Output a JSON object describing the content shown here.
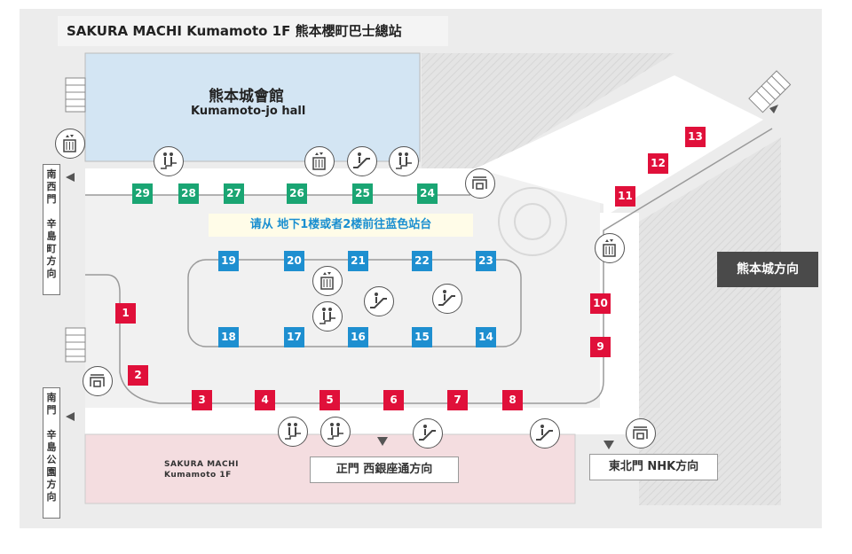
{
  "title": "SAKURA MACHI Kumamoto 1F 熊本櫻町巴士總站",
  "hall": {
    "name_jp": "熊本城會館",
    "name_en": "Kumamoto-jo hall"
  },
  "notice": "请从 地下1楼或者2楼前往蓝色站台",
  "sakura_building": [
    "SAKURA MACHI",
    "Kumamoto 1F"
  ],
  "directions": {
    "nanseimon": [
      "南",
      "西",
      "門",
      "",
      "辛",
      "島",
      "町",
      "方",
      "向"
    ],
    "nanmon": [
      "南",
      "門",
      "",
      "辛",
      "島",
      "公",
      "園",
      "方",
      "向"
    ],
    "kumamoto_castle": "熊本城方向",
    "main_gate": "正門 西銀座通方向",
    "northeast_gate": "東北門 NHK方向"
  },
  "stops": {
    "green": [
      "29",
      "28",
      "27",
      "26",
      "25",
      "24"
    ],
    "blue_top": [
      "19",
      "20",
      "21",
      "22",
      "23"
    ],
    "blue_bottom": [
      "18",
      "17",
      "16",
      "15",
      "14"
    ],
    "red": [
      "1",
      "2",
      "3",
      "4",
      "5",
      "6",
      "7",
      "8",
      "9",
      "10",
      "11",
      "12",
      "13"
    ]
  },
  "colors": {
    "green": "#1aa573",
    "blue": "#1e8fd0",
    "red": "#e0103a",
    "hall": "#d3e5f3",
    "sakura": "#f4dde0"
  }
}
